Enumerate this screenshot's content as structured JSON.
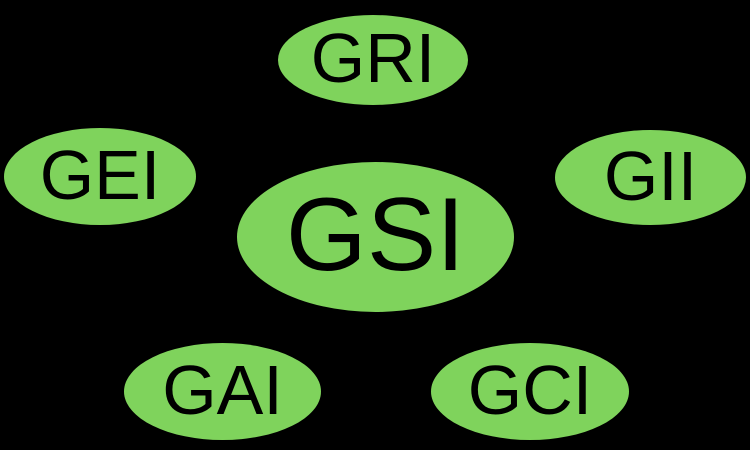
{
  "diagram": {
    "background_color": "#000000",
    "node_fill_color": "#7FD35C",
    "node_text_color": "#000000",
    "center_node": "GSI",
    "nodes": [
      {
        "id": "gri",
        "label": "GRI"
      },
      {
        "id": "gei",
        "label": "GEI"
      },
      {
        "id": "gii",
        "label": "GII"
      },
      {
        "id": "gsi",
        "label": "GSI"
      },
      {
        "id": "gai",
        "label": "GAI"
      },
      {
        "id": "gci",
        "label": "GCI"
      }
    ]
  }
}
